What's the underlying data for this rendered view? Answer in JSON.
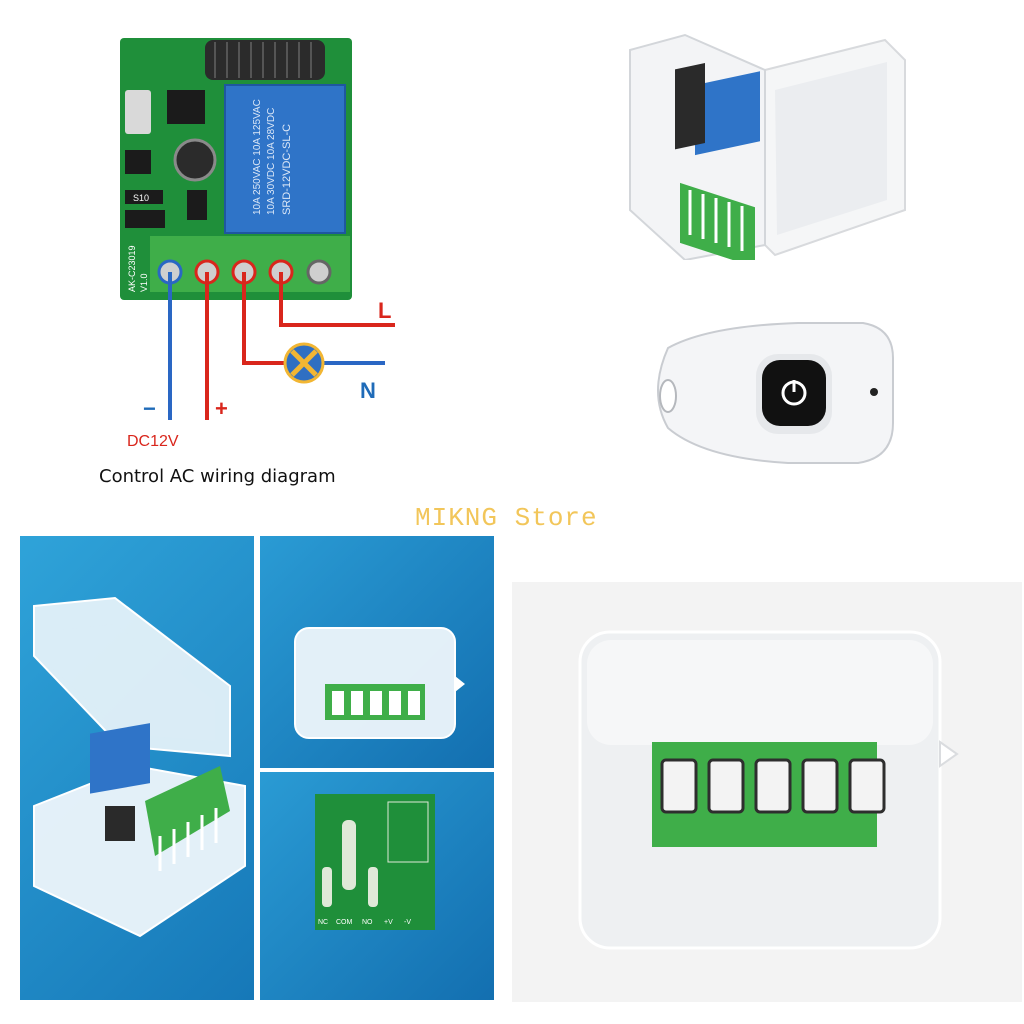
{
  "watermark": "MIKNG Store",
  "wiring": {
    "caption": "Control AC wiring diagram",
    "label_L": "L",
    "label_N": "N",
    "label_minus": "−",
    "label_plus": "+",
    "label_voltage": "DC12V",
    "relay_text": [
      "10A 250VAC  10A 125VAC",
      "10A 30VDC  10A 28VDC",
      "SRD-12VDC-SL-C"
    ],
    "board_code": "AK-C23019",
    "board_version": "V1.0",
    "chip_label": "S10"
  },
  "pcb_back": {
    "pins": [
      "NC",
      "COM",
      "NO",
      "+V",
      "-V"
    ]
  },
  "remote": {
    "button_icon": "power-icon"
  },
  "colors": {
    "pcb_green": "#1f8f3a",
    "relay_blue": "#2f74c8",
    "terminal_green": "#3fae49",
    "wire_red": "#d9261c",
    "wire_blue": "#2a67c4",
    "lamp_blue": "#2f6fc2",
    "lamp_cross": "#f2b633"
  }
}
